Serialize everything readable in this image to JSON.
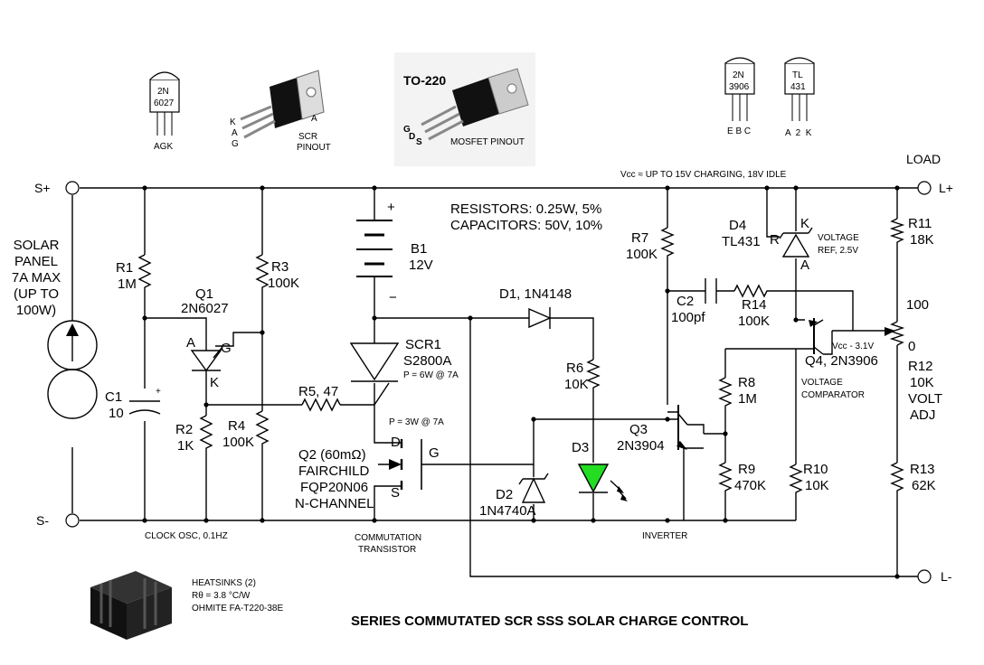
{
  "title": "SERIES COMMUTATED SCR SSS SOLAR CHARGE CONTROL",
  "terminals": {
    "s_plus": "S+",
    "s_minus": "S-",
    "load": "LOAD",
    "l_plus": "L+",
    "l_minus": "L-"
  },
  "vcc_note": "Vcc ≈ UP TO 15V CHARGING, 18V IDLE",
  "specs": {
    "resistors": "RESISTORS:  0.25W, 5%",
    "capacitors": "CAPACITORS:  50V, 10%"
  },
  "solar_panel": [
    "SOLAR",
    "PANEL",
    "7A MAX",
    "(UP TO",
    "100W)"
  ],
  "components": {
    "r1": [
      "R1",
      "1M"
    ],
    "c1": [
      "C1",
      "10"
    ],
    "q1": [
      "Q1",
      "2N6027"
    ],
    "r2": [
      "R2",
      "1K"
    ],
    "r3": [
      "R3",
      "100K"
    ],
    "r4": [
      "R4",
      "100K"
    ],
    "b1": [
      "B1",
      "12V"
    ],
    "r5": "R5, 47",
    "scr1": [
      "SCR1",
      "S2800A"
    ],
    "scr1_power": "P = 6W @ 7A",
    "q2_power": "P = 3W @ 7A",
    "q2": [
      "Q2  (60mΩ)",
      "FAIRCHILD",
      "FQP20N06",
      "N-CHANNEL"
    ],
    "d1": "D1, 1N4148",
    "r6": [
      "R6",
      "10K"
    ],
    "d3": "D3",
    "d2": [
      "D2",
      "1N4740A"
    ],
    "r7": [
      "R7",
      "100K"
    ],
    "c2": [
      "C2",
      "100pf"
    ],
    "r14": [
      "R14",
      "100K"
    ],
    "d4": [
      "D4",
      "TL431"
    ],
    "voltage_ref": [
      "VOLTAGE",
      "REF, 2.5V"
    ],
    "q3": [
      "Q3",
      "2N3904"
    ],
    "r8": [
      "R8",
      "1M"
    ],
    "r9": [
      "R9",
      "470K"
    ],
    "r10": [
      "R10",
      "10K"
    ],
    "q4": "Q4, 2N3906",
    "vcc_31": "Vcc - 3.1V",
    "voltage_comparator": [
      "VOLTAGE",
      "COMPARATOR"
    ],
    "r11": [
      "R11",
      "18K"
    ],
    "r12": [
      "R12",
      "10K",
      "VOLT",
      "ADJ"
    ],
    "pot_100": "100",
    "pot_0": "0",
    "r13": [
      "R13",
      "62K"
    ]
  },
  "pin_letters": {
    "a": "A",
    "g": "G",
    "k": "K",
    "d": "D",
    "s": "S",
    "r": "R",
    "plus": "+",
    "minus": "−"
  },
  "section_labels": {
    "clock": "CLOCK OSC, 0.1HZ",
    "commutation": [
      "COMMUTATION",
      "TRANSISTOR"
    ],
    "inverter": "INVERTER"
  },
  "pinouts": {
    "p2n6027": {
      "body": [
        "2N",
        "6027"
      ],
      "pins": "AGK"
    },
    "scr": {
      "pins": [
        "K",
        "A",
        "G"
      ],
      "anode": "A",
      "caption": [
        "SCR",
        "PINOUT"
      ]
    },
    "to220": {
      "name": "TO-220",
      "pins": [
        "G",
        "D",
        "S"
      ],
      "caption": "MOSFET PINOUT"
    },
    "p2n3906": {
      "body": [
        "2N",
        "3906"
      ],
      "pins": "E B C"
    },
    "tl431": {
      "body": [
        "TL",
        "431"
      ],
      "pins": "A  2  K"
    }
  },
  "heatsink": [
    "HEATSINKS (2)",
    "Rθ = 3.8 °C/W",
    "OHMITE FA-T220-38E"
  ],
  "colors": {
    "led": "#22dd22",
    "wire": "#000000",
    "background": "#ffffff"
  }
}
